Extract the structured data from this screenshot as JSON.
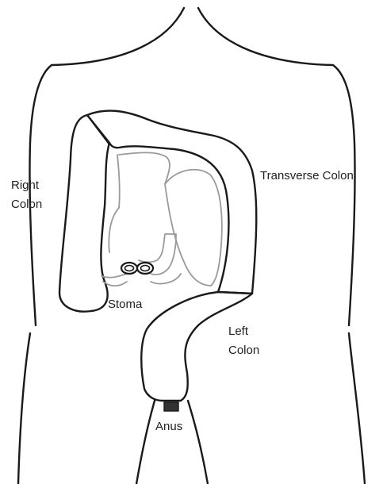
{
  "labels": {
    "right_colon_line1": "Right",
    "right_colon_line2": "Colon",
    "transverse_colon": "Transverse Colon",
    "stoma": "Stoma",
    "left_colon_line1": "Left",
    "left_colon_line2": "Colon",
    "anus": "Anus"
  },
  "colors": {
    "outline": "#1a1a1a",
    "inner_lumen": "#9a9a9a",
    "background": "#ffffff"
  }
}
